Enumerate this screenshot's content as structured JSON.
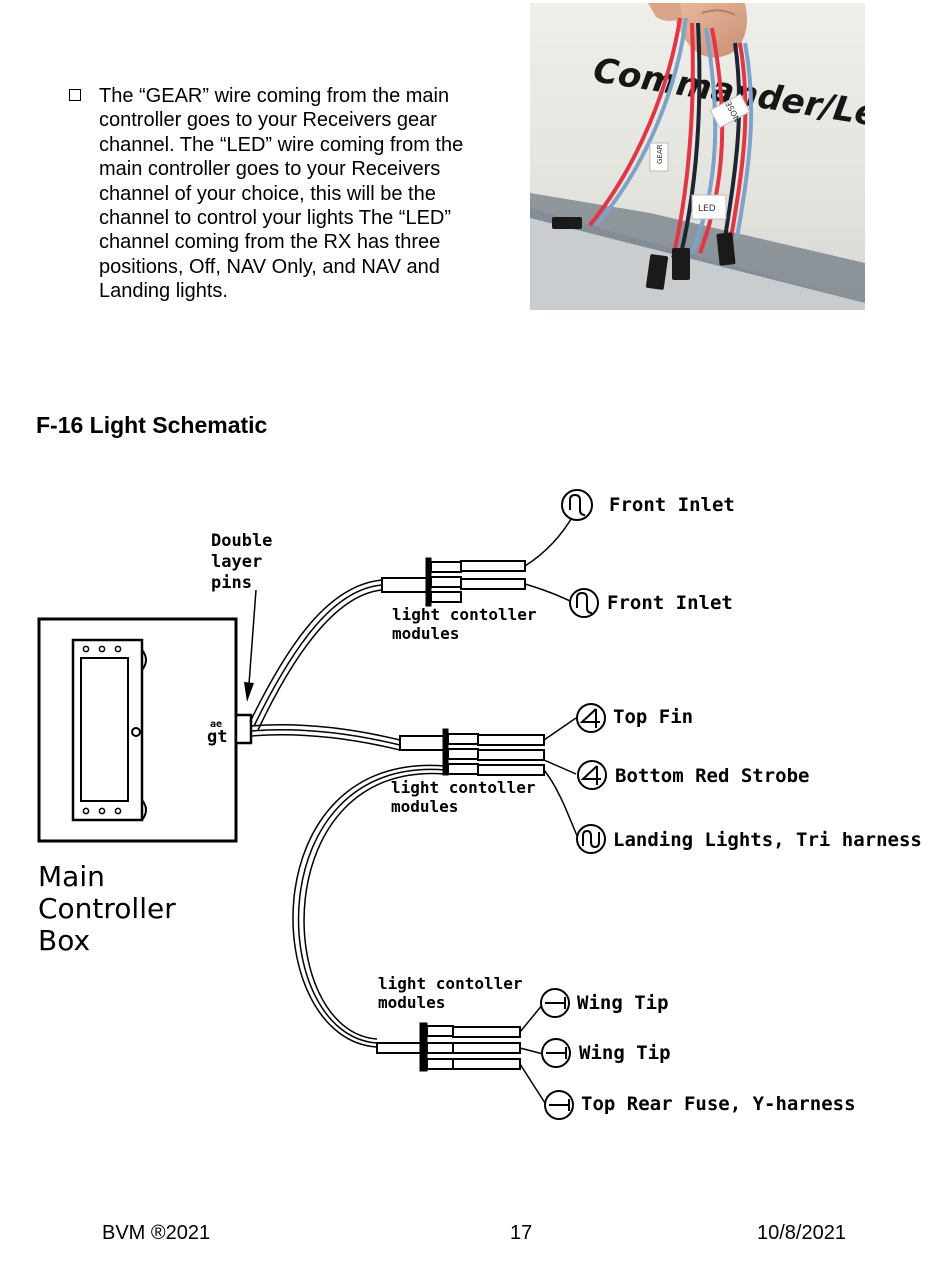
{
  "instruction": {
    "lines": [
      "The “GEAR” wire coming from the main",
      "controller goes to your Receivers gear",
      "channel. The “LED” wire coming from the",
      "main controller goes to your Receivers",
      "channel of your choice, this will be the",
      "channel to control your lights The “LED”",
      "channel coming from the RX has three",
      "positions, Off, NAV Only, and NAV and",
      "Landing lights."
    ]
  },
  "photo": {
    "fuselage_text": "Commander/Le",
    "tag_nose": "NOSE",
    "tag_gear": "GEAR",
    "tag_led": "LED"
  },
  "section_title": "F-16 Light Schematic",
  "schematic": {
    "double_layer_label": [
      "Double",
      "layer",
      "pins"
    ],
    "module_label": [
      "light contoller",
      "modules"
    ],
    "main_box_label": [
      "Main",
      "Controller",
      "Box"
    ],
    "connector_mark": "gt",
    "connector_mark_small": "ae",
    "light_labels": {
      "front_inlet_1": "Front Inlet",
      "front_inlet_2": "Front Inlet",
      "top_fin": "Top Fin",
      "bottom_red_strobe": "Bottom Red Strobe",
      "landing_lights": "Landing Lights, Tri harness",
      "wing_tip_1": "Wing Tip",
      "wing_tip_2": "Wing Tip",
      "top_rear_fuse": "Top Rear Fuse, Y-harness"
    }
  },
  "footer": {
    "left": "BVM ®2021",
    "page_number": "17",
    "date": "10/8/2021"
  }
}
